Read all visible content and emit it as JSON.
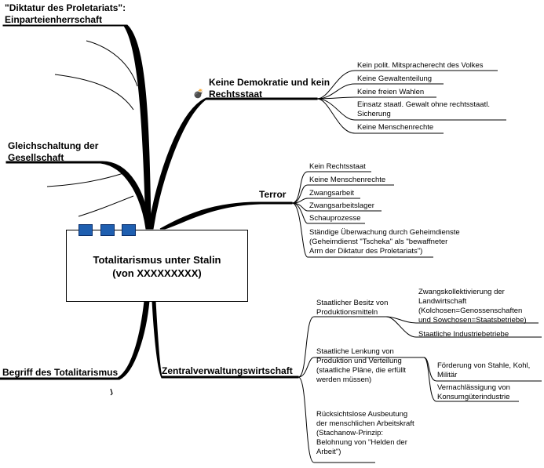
{
  "center": {
    "title": "Totalitarismus unter Stalin",
    "subtitle": "(von XXXXXXXXX)"
  },
  "branches": {
    "diktatur": "\"Diktatur des Proletariats\":\nEinparteienherrschaft",
    "gleich": "Gleichschaltung der\nGesellschaft",
    "begriff": "Begriff des Totalitarismus",
    "demokratie": "Keine Demokratie und kein\nRechtsstaat",
    "terror": "Terror",
    "zentral": "Zentralverwaltungswirtschaft"
  },
  "demokratie_items": [
    "Kein polit. Mitspracherecht des Volkes",
    "Keine Gewaltenteilung",
    "Keine freien Wahlen",
    "Einsatz staatl. Gewalt ohne rechtsstaatl.\nSicherung",
    "Keine Menschenrechte"
  ],
  "terror_items": [
    "Kein Rechtsstaat",
    "Keine Menschenrechte",
    "Zwangsarbeit",
    "Zwangsarbeitslager",
    "Schauprozesse",
    "Ständige Überwachung durch Geheimdienste\n(Geheimdienst \"Tscheka\" als \"bewaffneter\nArm der Diktatur des Proletariats\")"
  ],
  "zentral_items": {
    "besitz": "Staatlicher Besitz von\nProduktionsmitteln",
    "besitz_sub": [
      "Zwangskollektivierung der\nLandwirtschaft\n(Kolchosen=Genossenschaften\nund Sowchosen=Staatsbetriebe)",
      "Staatliche Industriebetriebe"
    ],
    "lenkung": "Staatliche Lenkung von\nProduktion und Verteilung\n(staatliche Pläne, die erfüllt\nwerden müssen)",
    "lenkung_sub": [
      "Förderung von Stahle, Kohl,\nMilitär",
      "Vernachlässigung von\nKonsumgüterindustrie"
    ],
    "ausbeutung": "Rücksichtslose Ausbeutung\nder menschlichen Arbeitskraft\n(Stachanow-Prinzip:\nBelohnung von \"Helden der\nArbeit\")"
  }
}
